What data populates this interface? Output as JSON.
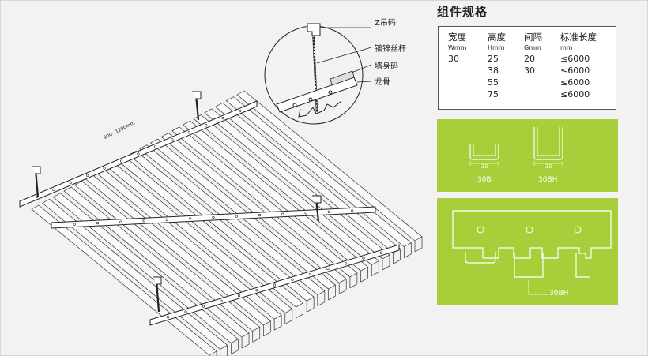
{
  "callouts": {
    "z_hanger": "Z吊码",
    "threaded_rod": "镀锌丝杆",
    "wall_clip": "墙身码",
    "keel": "龙骨",
    "spacing_note": "900~1200mm"
  },
  "spec": {
    "title": "组件规格",
    "columns": [
      {
        "header": "宽度",
        "unit": "Wmm",
        "values": [
          "30"
        ]
      },
      {
        "header": "高度",
        "unit": "Hmm",
        "values": [
          "25",
          "38",
          "55",
          "75"
        ]
      },
      {
        "header": "间隔",
        "unit": "Gmm",
        "values": [
          "20",
          "30"
        ]
      },
      {
        "header": "标准长度",
        "unit": "mm",
        "values": [
          "≤6000",
          "≤6000",
          "≤6000",
          "≤6000"
        ]
      }
    ]
  },
  "profiles": {
    "dim_a": "30",
    "dim_b": "30",
    "label_a": "30B",
    "label_b": "30BH"
  },
  "keel_panel": {
    "label": "30BH"
  },
  "colors": {
    "panel_green": "#a8cf3a",
    "line": "#222222"
  }
}
